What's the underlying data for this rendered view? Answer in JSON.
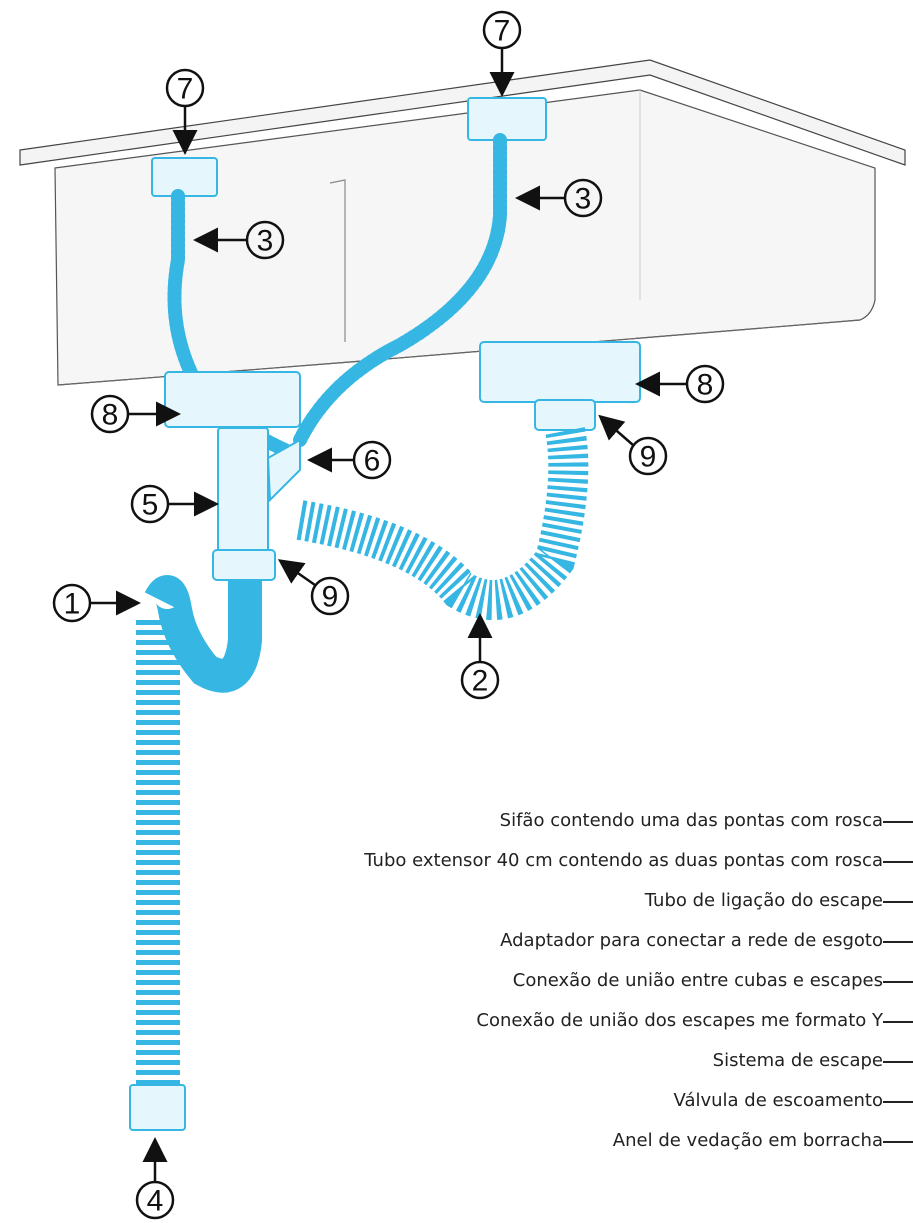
{
  "callouts": {
    "c1": "1",
    "c2": "2",
    "c3a": "3",
    "c3b": "3",
    "c4": "4",
    "c5": "5",
    "c6": "6",
    "c7a": "7",
    "c7b": "7",
    "c8a": "8",
    "c8b": "8",
    "c9a": "9",
    "c9b": "9"
  },
  "legend": [
    "Sifão contendo uma das pontas com rosca",
    "Tubo extensor 40 cm contendo as duas pontas com rosca",
    "Tubo de ligação do escape",
    "Adaptador para conectar a rede de esgoto",
    "Conexão de união entre cubas e escapes",
    "Conexão de união dos escapes me formato Y",
    "Sistema de escape",
    "Válvula de escoamento",
    "Anel de vedação em borracha"
  ],
  "colors": {
    "pipe": "#36b6e3",
    "pipe_fill": "#e6f6fd",
    "sink": "#f3f3f3",
    "ink": "#111111"
  }
}
